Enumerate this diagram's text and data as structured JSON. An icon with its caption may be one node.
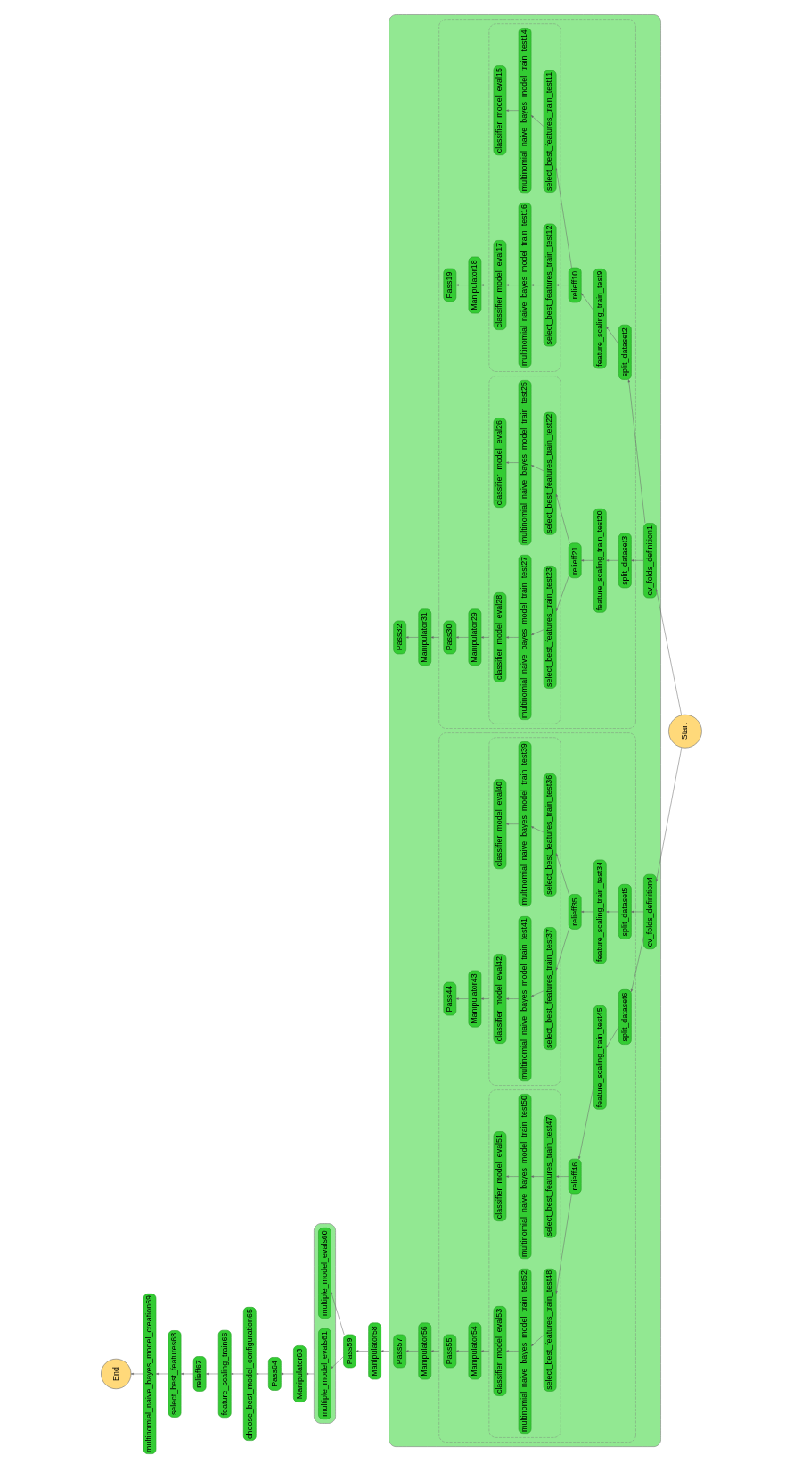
{
  "diagram": {
    "nodes": [
      {
        "text": [
          "Start"
        ]
      },
      {
        "text": [],
        "shape": "box"
      },
      {
        "text": [
          "cv_folds_definition1"
        ],
        "in": 1
      },
      {
        "text": [],
        "shape": "box",
        "in": 1
      },
      {
        "text": [
          "split_dataset2"
        ],
        "in": 3
      },
      {
        "text": [
          "split_dataset3"
        ],
        "in": 3
      },
      {
        "text": [
          "feature_scaling_train_test9"
        ],
        "in": 3
      },
      {
        "text": [
          "relieff10"
        ],
        "in": 3
      },
      {
        "text": [],
        "shape": "box",
        "in": 3
      },
      {
        "text": [
          "select_best_features_train_test11"
        ],
        "in": 8
      },
      {
        "text": [
          "select_best_features_train_test12"
        ],
        "in": 8
      },
      {
        "text": [
          "multinomial_naive_bayes_model_train_test14"
        ],
        "in": 8
      },
      {
        "text": [
          "classifier_model_eval15"
        ],
        "in": 8
      },
      {
        "text": [
          "multinomial_naive_bayes_model_train_test16"
        ],
        "in": 8
      },
      {
        "text": [
          "classifier_model_eval17"
        ],
        "in": 8
      },
      {
        "text": [
          "Manipulator18"
        ],
        "in": 3
      },
      {
        "text": [
          "Pass19"
        ],
        "in": 3
      },
      {
        "text": [
          "feature_scaling_train_test20"
        ],
        "in": 3
      },
      {
        "text": [
          "relieff21"
        ],
        "in": 3
      },
      {
        "text": [],
        "shape": "box",
        "in": 3
      },
      {
        "text": [
          "select_best_features_train_test22"
        ],
        "in": 19
      },
      {
        "text": [
          "select_best_features_train_test23"
        ],
        "in": 19
      },
      {
        "text": [
          "multinomial_naive_bayes_model_train_test25"
        ],
        "in": 19
      },
      {
        "text": [
          "classifier_model_eval26"
        ],
        "in": 19
      },
      {
        "text": [
          "multinomial_naive_bayes_model_train_test27"
        ],
        "in": 19
      },
      {
        "text": [
          "classifier_model_eval28"
        ],
        "in": 19
      },
      {
        "text": [
          "Manipulator29"
        ],
        "in": 3
      },
      {
        "text": [
          "Pass30"
        ],
        "in": 3
      },
      {
        "text": [
          "Manipulator31"
        ],
        "in": 1
      },
      {
        "text": [
          "Pass32"
        ],
        "in": 1
      },
      {
        "text": [
          "cv_folds_definition4"
        ],
        "in": 1
      },
      {
        "text": [],
        "shape": "box",
        "in": 1
      },
      {
        "text": [
          "split_dataset5"
        ],
        "in": 31
      },
      {
        "text": [
          "split_dataset6"
        ],
        "in": 31
      },
      {
        "text": [
          "feature_scaling_train_test34"
        ],
        "in": 31
      },
      {
        "text": [
          "relieff35"
        ],
        "in": 31
      },
      {
        "text": [],
        "shape": "box",
        "in": 31
      },
      {
        "text": [
          "select_best_features_train_test36"
        ],
        "in": 36
      },
      {
        "text": [
          "select_best_features_train_test37"
        ],
        "in": 36
      },
      {
        "text": [
          "multinomial_naive_bayes_model_train_test39"
        ],
        "in": 36
      },
      {
        "text": [
          "classifier_model_eval40"
        ],
        "in": 36
      },
      {
        "text": [
          "multinomial_naive_bayes_model_train_test41"
        ],
        "in": 36
      },
      {
        "text": [
          "classifier_model_eval42"
        ],
        "in": 36
      },
      {
        "text": [
          "Manipulator43"
        ],
        "in": 31
      },
      {
        "text": [
          "Pass44"
        ],
        "in": 31
      },
      {
        "text": [
          "feature_scaling_train_test45"
        ],
        "in": 31
      },
      {
        "text": [
          "relieff46"
        ],
        "in": 31
      },
      {
        "text": [],
        "shape": "box",
        "in": 31
      },
      {
        "text": [
          "select_best_features_train_test47"
        ],
        "in": 47
      },
      {
        "text": [
          "select_best_features_train_test48"
        ],
        "in": 47
      },
      {
        "text": [
          "multinomial_naive_bayes_model_train_test50"
        ],
        "in": 47
      },
      {
        "text": [
          "classifier_model_eval51"
        ],
        "in": 47
      },
      {
        "text": [
          "multinomial_naive_bayes_model_train_test52"
        ],
        "in": 47
      },
      {
        "text": [
          "classifier_model_eval53"
        ],
        "in": 47
      },
      {
        "text": [
          "Manipulator54"
        ],
        "in": 31
      },
      {
        "text": [
          "Pass55"
        ],
        "in": 31
      },
      {
        "text": [
          "Manipulator56"
        ],
        "in": 1
      },
      {
        "text": [
          "Pass57"
        ],
        "in": 1
      },
      {
        "text": [
          "Manipulator58"
        ]
      },
      {
        "text": [
          "Pass59"
        ]
      },
      {
        "text": [],
        "shape": "box"
      },
      {
        "text": [
          "multiple_model_evals60"
        ],
        "in": 60
      },
      {
        "text": [
          "multiple_model_evals61"
        ],
        "in": 60
      },
      {
        "text": [
          "Manipulator63"
        ]
      },
      {
        "text": [
          "Pass64"
        ]
      },
      {
        "text": [
          "choose_best_model_configuration65"
        ]
      },
      {
        "text": [
          "feature_scaling_train66"
        ]
      },
      {
        "text": [
          "relieff67"
        ]
      },
      {
        "text": [
          "select_best_features68"
        ]
      },
      {
        "text": [
          "multinomial_naive_bayes_model_creation69"
        ]
      },
      {
        "text": [
          "End"
        ]
      }
    ],
    "edges": [
      {
        "from": 0,
        "to": 2,
        "arrow": "to"
      },
      {
        "from": 0,
        "to": 30,
        "arrow": "to"
      },
      {
        "from": 2,
        "to": 4,
        "arrow": "to"
      },
      {
        "from": 2,
        "to": 5,
        "arrow": "to"
      },
      {
        "from": 4,
        "to": 6,
        "arrow": "to"
      },
      {
        "from": 6,
        "to": 7,
        "arrow": "to"
      },
      {
        "from": 7,
        "to": 9,
        "arrow": "to"
      },
      {
        "from": 7,
        "to": 10,
        "arrow": "to"
      },
      {
        "from": 9,
        "to": 11,
        "arrow": "to"
      },
      {
        "from": 11,
        "to": 12,
        "arrow": "to"
      },
      {
        "from": 10,
        "to": 13,
        "arrow": "to"
      },
      {
        "from": 13,
        "to": 14,
        "arrow": "to"
      },
      {
        "from": 8,
        "to": 15,
        "arrow": "to"
      },
      {
        "from": 15,
        "to": 16,
        "arrow": "to"
      },
      {
        "from": 5,
        "to": 17,
        "arrow": "to"
      },
      {
        "from": 17,
        "to": 18,
        "arrow": "to"
      },
      {
        "from": 18,
        "to": 20,
        "arrow": "to"
      },
      {
        "from": 18,
        "to": 21,
        "arrow": "to"
      },
      {
        "from": 20,
        "to": 22,
        "arrow": "to"
      },
      {
        "from": 22,
        "to": 23,
        "arrow": "to"
      },
      {
        "from": 21,
        "to": 24,
        "arrow": "to"
      },
      {
        "from": 24,
        "to": 25,
        "arrow": "to"
      },
      {
        "from": 19,
        "to": 26,
        "arrow": "to"
      },
      {
        "from": 26,
        "to": 27,
        "arrow": "to"
      },
      {
        "from": 3,
        "to": 28,
        "arrow": "to"
      },
      {
        "from": 28,
        "to": 29,
        "arrow": "to"
      },
      {
        "from": 30,
        "to": 32,
        "arrow": "to"
      },
      {
        "from": 30,
        "to": 33,
        "arrow": "to"
      },
      {
        "from": 32,
        "to": 34,
        "arrow": "to"
      },
      {
        "from": 34,
        "to": 35,
        "arrow": "to"
      },
      {
        "from": 35,
        "to": 37,
        "arrow": "to"
      },
      {
        "from": 35,
        "to": 38,
        "arrow": "to"
      },
      {
        "from": 37,
        "to": 39,
        "arrow": "to"
      },
      {
        "from": 39,
        "to": 40,
        "arrow": "to"
      },
      {
        "from": 38,
        "to": 41,
        "arrow": "to"
      },
      {
        "from": 41,
        "to": 42,
        "arrow": "to"
      },
      {
        "from": 36,
        "to": 43,
        "arrow": "to"
      },
      {
        "from": 43,
        "to": 44,
        "arrow": "to"
      },
      {
        "from": 33,
        "to": 45,
        "arrow": "to"
      },
      {
        "from": 45,
        "to": 46,
        "arrow": "to"
      },
      {
        "from": 46,
        "to": 48,
        "arrow": "to"
      },
      {
        "from": 46,
        "to": 49,
        "arrow": "to"
      },
      {
        "from": 48,
        "to": 50,
        "arrow": "to"
      },
      {
        "from": 50,
        "to": 51,
        "arrow": "to"
      },
      {
        "from": 49,
        "to": 52,
        "arrow": "to"
      },
      {
        "from": 52,
        "to": 53,
        "arrow": "to"
      },
      {
        "from": 47,
        "to": 54,
        "arrow": "to"
      },
      {
        "from": 54,
        "to": 55,
        "arrow": "to"
      },
      {
        "from": 31,
        "to": 56,
        "arrow": "to"
      },
      {
        "from": 56,
        "to": 57,
        "arrow": "to"
      },
      {
        "from": 1,
        "to": 58,
        "arrow": "to"
      },
      {
        "from": 58,
        "to": 59,
        "arrow": "to"
      },
      {
        "from": 59,
        "to": 61,
        "arrow": "to"
      },
      {
        "from": 59,
        "to": 62,
        "arrow": "to"
      },
      {
        "from": 60,
        "to": 63,
        "arrow": "to"
      },
      {
        "from": 63,
        "to": 64,
        "arrow": "to"
      },
      {
        "from": 64,
        "to": 65,
        "arrow": "to"
      },
      {
        "from": 65,
        "to": 66,
        "arrow": "to"
      },
      {
        "from": 66,
        "to": 67,
        "arrow": "to"
      },
      {
        "from": 67,
        "to": 68,
        "arrow": "to"
      },
      {
        "from": 68,
        "to": 69,
        "arrow": "to"
      },
      {
        "from": 69,
        "to": 70,
        "arrow": "to"
      }
    ]
  }
}
